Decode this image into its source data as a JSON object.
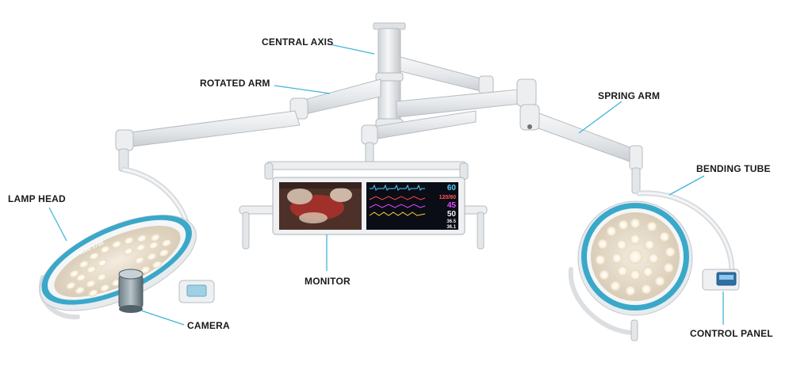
{
  "labels": {
    "central_axis": "CENTRAL AXIS",
    "rotated_arm": "ROTATED ARM",
    "spring_arm": "SPRING ARM",
    "bending_tube": "BENDING TUBE",
    "lamp_head": "LAMP HEAD",
    "monitor": "MONITOR",
    "camera": "CAMERA",
    "control_panel": "CONTROL PANEL"
  },
  "lamp_brand": "CreLed 5700",
  "vitals": [
    "60",
    "120/80",
    "45",
    "50",
    "36.5",
    "36.1"
  ],
  "colors": {
    "leader_line": "#3fb6d8",
    "lamp_ring": "#3aa8c9",
    "arm": "#e6e8ea",
    "label_text": "#1a1a1a"
  }
}
